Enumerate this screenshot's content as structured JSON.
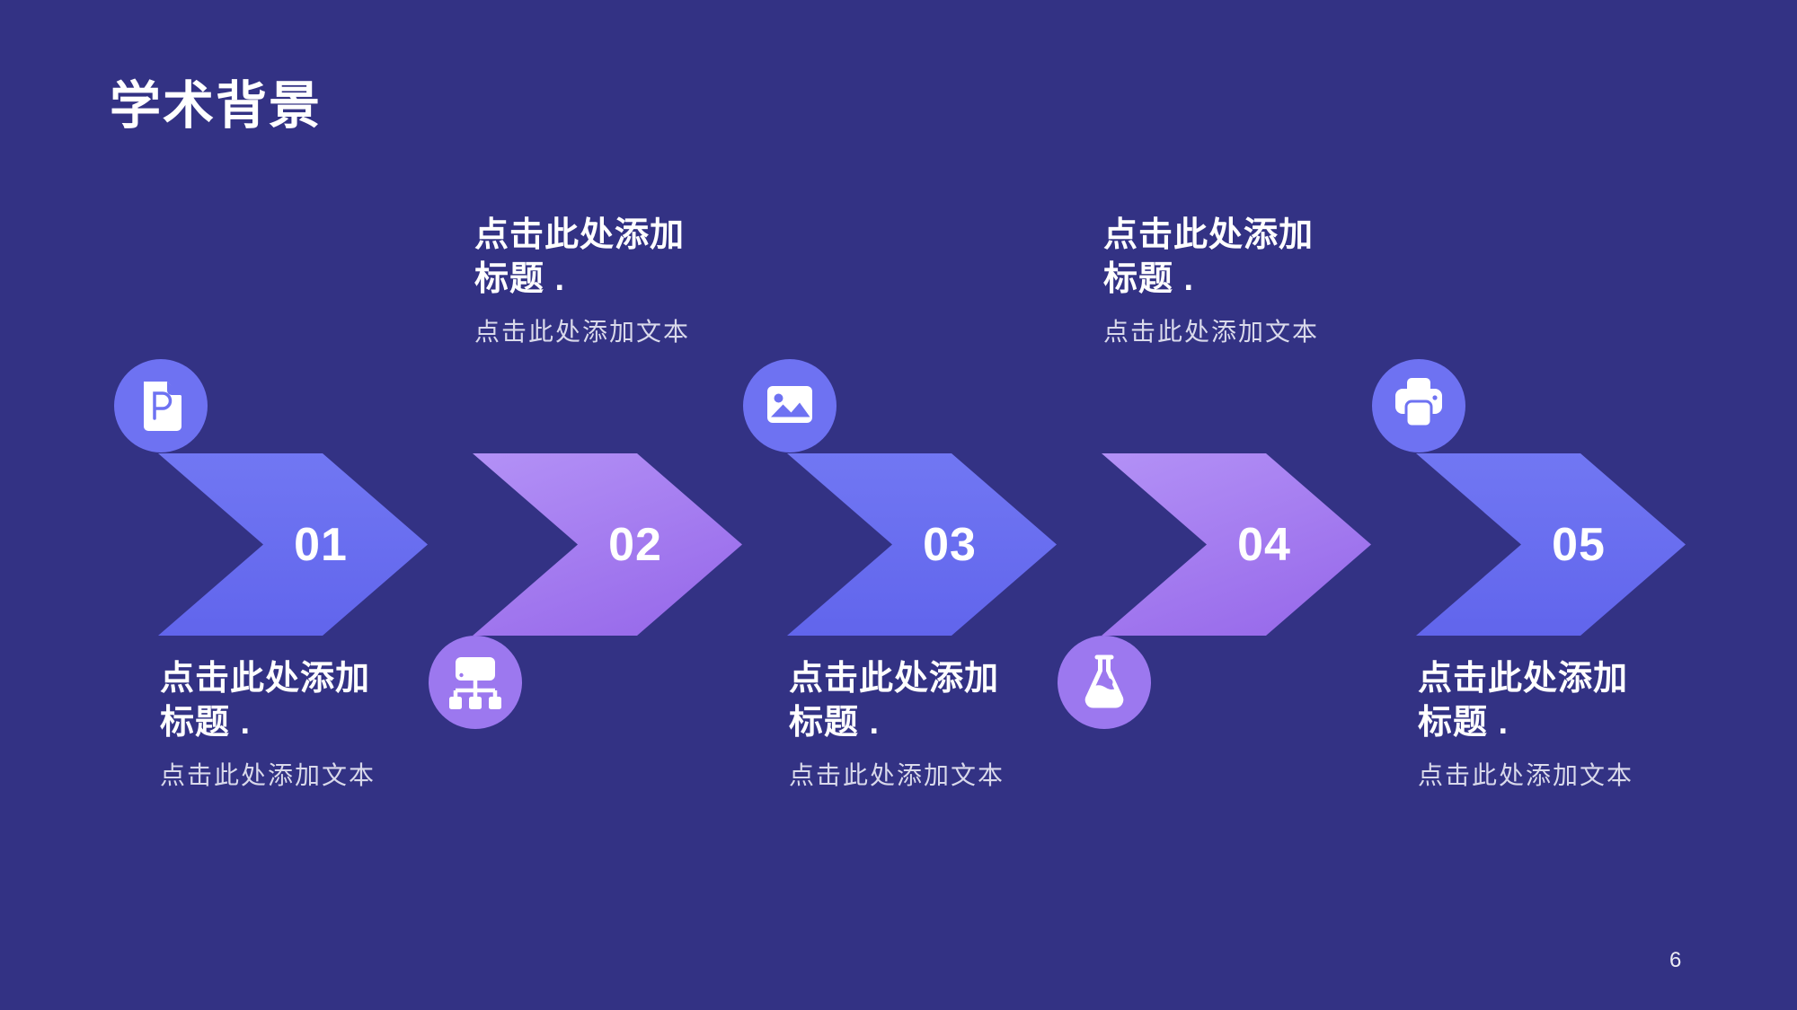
{
  "slide": {
    "title": "学术背景",
    "page_number": "6"
  },
  "colors": {
    "background": "#333284",
    "chevron_indigo_top": "#7177F3",
    "chevron_indigo_bottom": "#6165EC",
    "chevron_purple_top": "#B391F6",
    "chevron_purple_bottom": "#9566E9",
    "circle_indigo": "#6E72F2",
    "circle_purple": "#9C78EF",
    "title_text": "#FFFFFF",
    "body_text": "#D9D9EB"
  },
  "steps": [
    {
      "number": "01",
      "icon": "file-icon",
      "palette": "indigo",
      "text_position": "below",
      "title_line1": "点击此处添加",
      "title_line2": "标题 .",
      "body": "点击此处添加文本"
    },
    {
      "number": "02",
      "icon": "sitemap-icon",
      "palette": "purple",
      "text_position": "above",
      "title_line1": "点击此处添加",
      "title_line2": "标题 .",
      "body": "点击此处添加文本"
    },
    {
      "number": "03",
      "icon": "image-icon",
      "palette": "indigo",
      "text_position": "below",
      "title_line1": "点击此处添加",
      "title_line2": "标题 .",
      "body": "点击此处添加文本"
    },
    {
      "number": "04",
      "icon": "flask-icon",
      "palette": "purple",
      "text_position": "above",
      "title_line1": "点击此处添加",
      "title_line2": "标题 .",
      "body": "点击此处添加文本"
    },
    {
      "number": "05",
      "icon": "printer-icon",
      "palette": "indigo",
      "text_position": "below",
      "title_line1": "点击此处添加",
      "title_line2": "标题 .",
      "body": "点击此处添加文本"
    }
  ]
}
